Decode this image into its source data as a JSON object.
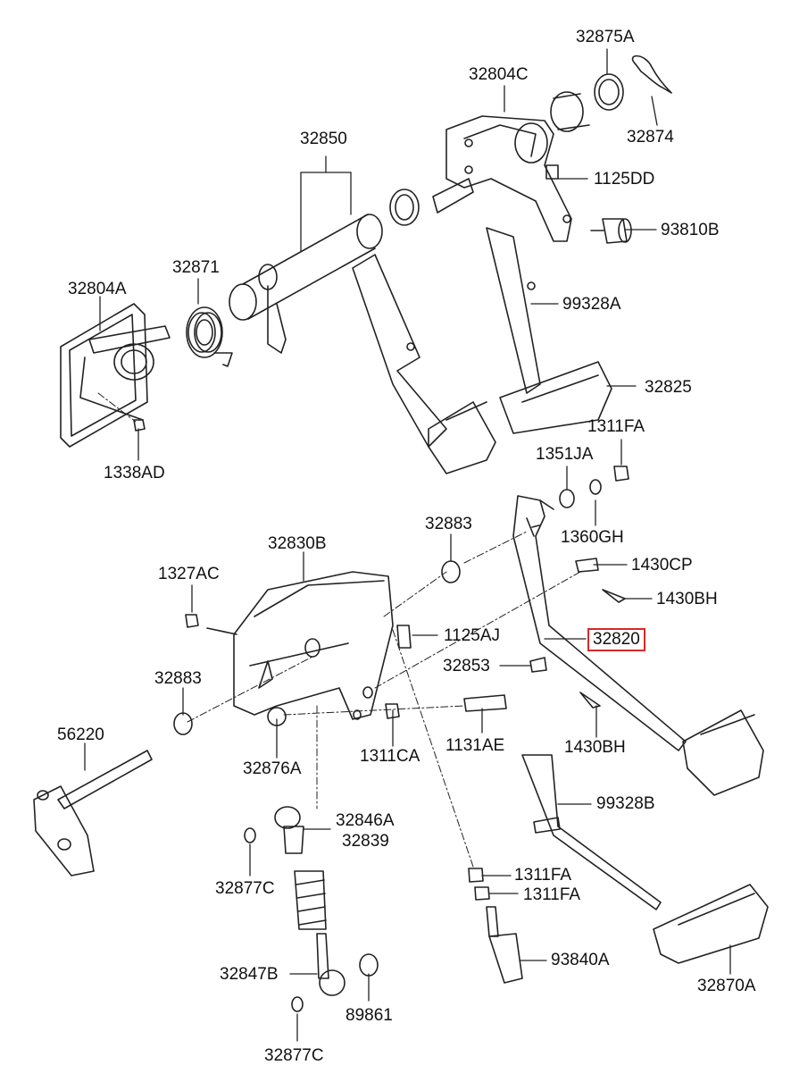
{
  "diagram": {
    "highlight_color": "#d62a2a",
    "line_color": "#222222",
    "labels": {
      "p32875A": "32875A",
      "p32804C": "32804C",
      "p32874": "32874",
      "p32850": "32850",
      "p1125DD": "1125DD",
      "p93810B": "93810B",
      "p32871": "32871",
      "p32804A": "32804A",
      "p99328A": "99328A",
      "p32825": "32825",
      "p1338AD": "1338AD",
      "p1311FA_a": "1311FA",
      "p1351JA": "1351JA",
      "p1360GH": "1360GH",
      "p32883_a": "32883",
      "p32830B": "32830B",
      "p1430CP": "1430CP",
      "p1327AC": "1327AC",
      "p1430BH_a": "1430BH",
      "p1125AJ": "1125AJ",
      "p32820": "32820",
      "p32853": "32853",
      "p32883_b": "32883",
      "p56220": "56220",
      "p1131AE": "1131AE",
      "p32876A": "32876A",
      "p1311CA": "1311CA",
      "p1430BH_b": "1430BH",
      "p32846A": "32846A",
      "p32839": "32839",
      "p99328B": "99328B",
      "p32877C_a": "32877C",
      "p1311FA_b": "1311FA",
      "p1311FA_c": "1311FA",
      "p93840A": "93840A",
      "p32847B": "32847B",
      "p89861": "89861",
      "p32870A": "32870A",
      "p32877C_b": "32877C"
    }
  }
}
